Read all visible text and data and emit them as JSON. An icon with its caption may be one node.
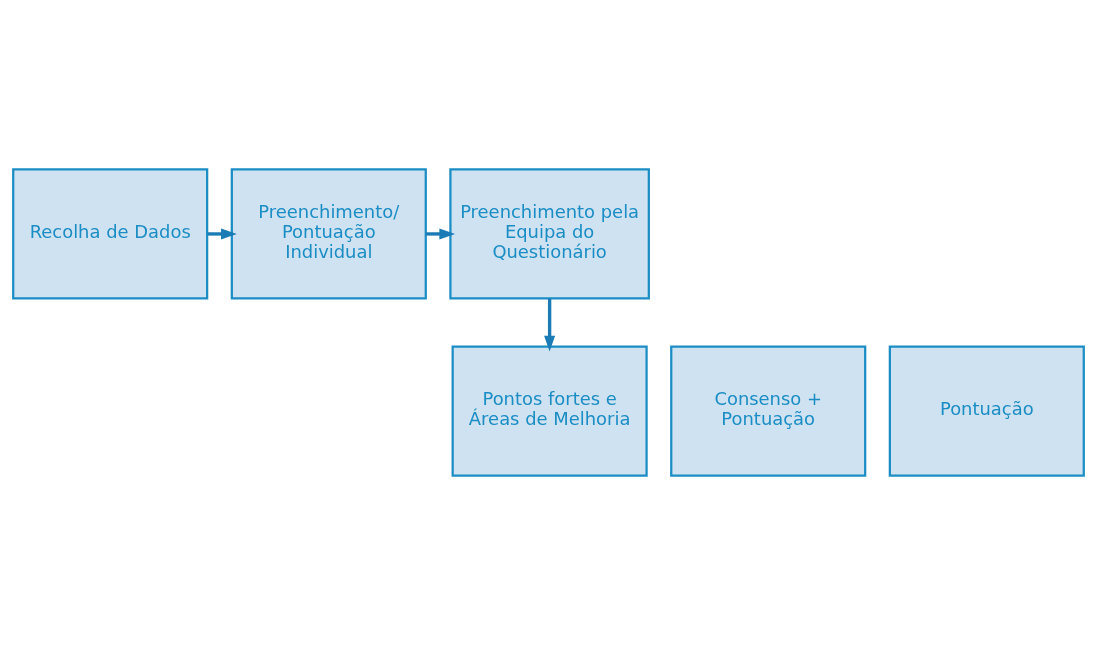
{
  "diagram": {
    "nodes": [
      {
        "text": [
          "Recolha de Dados"
        ]
      },
      {
        "text": [
          "Preenchimento/ Pontuação Individual"
        ]
      },
      {
        "text": [
          "Preenchimento pela Equipa do Questionário"
        ]
      },
      {
        "text": [
          "Pontos fortes e Áreas de Melhoria"
        ]
      },
      {
        "text": [
          "Consenso + Pontuação"
        ]
      },
      {
        "text": [
          "Pontuação"
        ]
      }
    ],
    "edges": [
      {
        "from": 0,
        "to": 1,
        "arrow": "to"
      },
      {
        "from": 1,
        "to": 2,
        "arrow": "to"
      },
      {
        "from": 2,
        "to": 3,
        "arrow": "to"
      }
    ]
  }
}
